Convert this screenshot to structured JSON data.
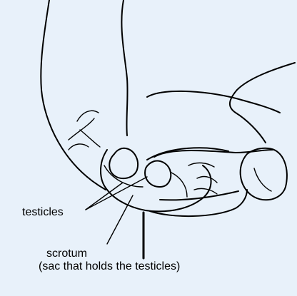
{
  "figure": {
    "background_color": "#e8f1fa",
    "line_color": "#000000"
  },
  "labels": {
    "testicles": "testicles",
    "scrotum": "scrotum",
    "scrotum_note": "(sac that holds the testicles)"
  }
}
